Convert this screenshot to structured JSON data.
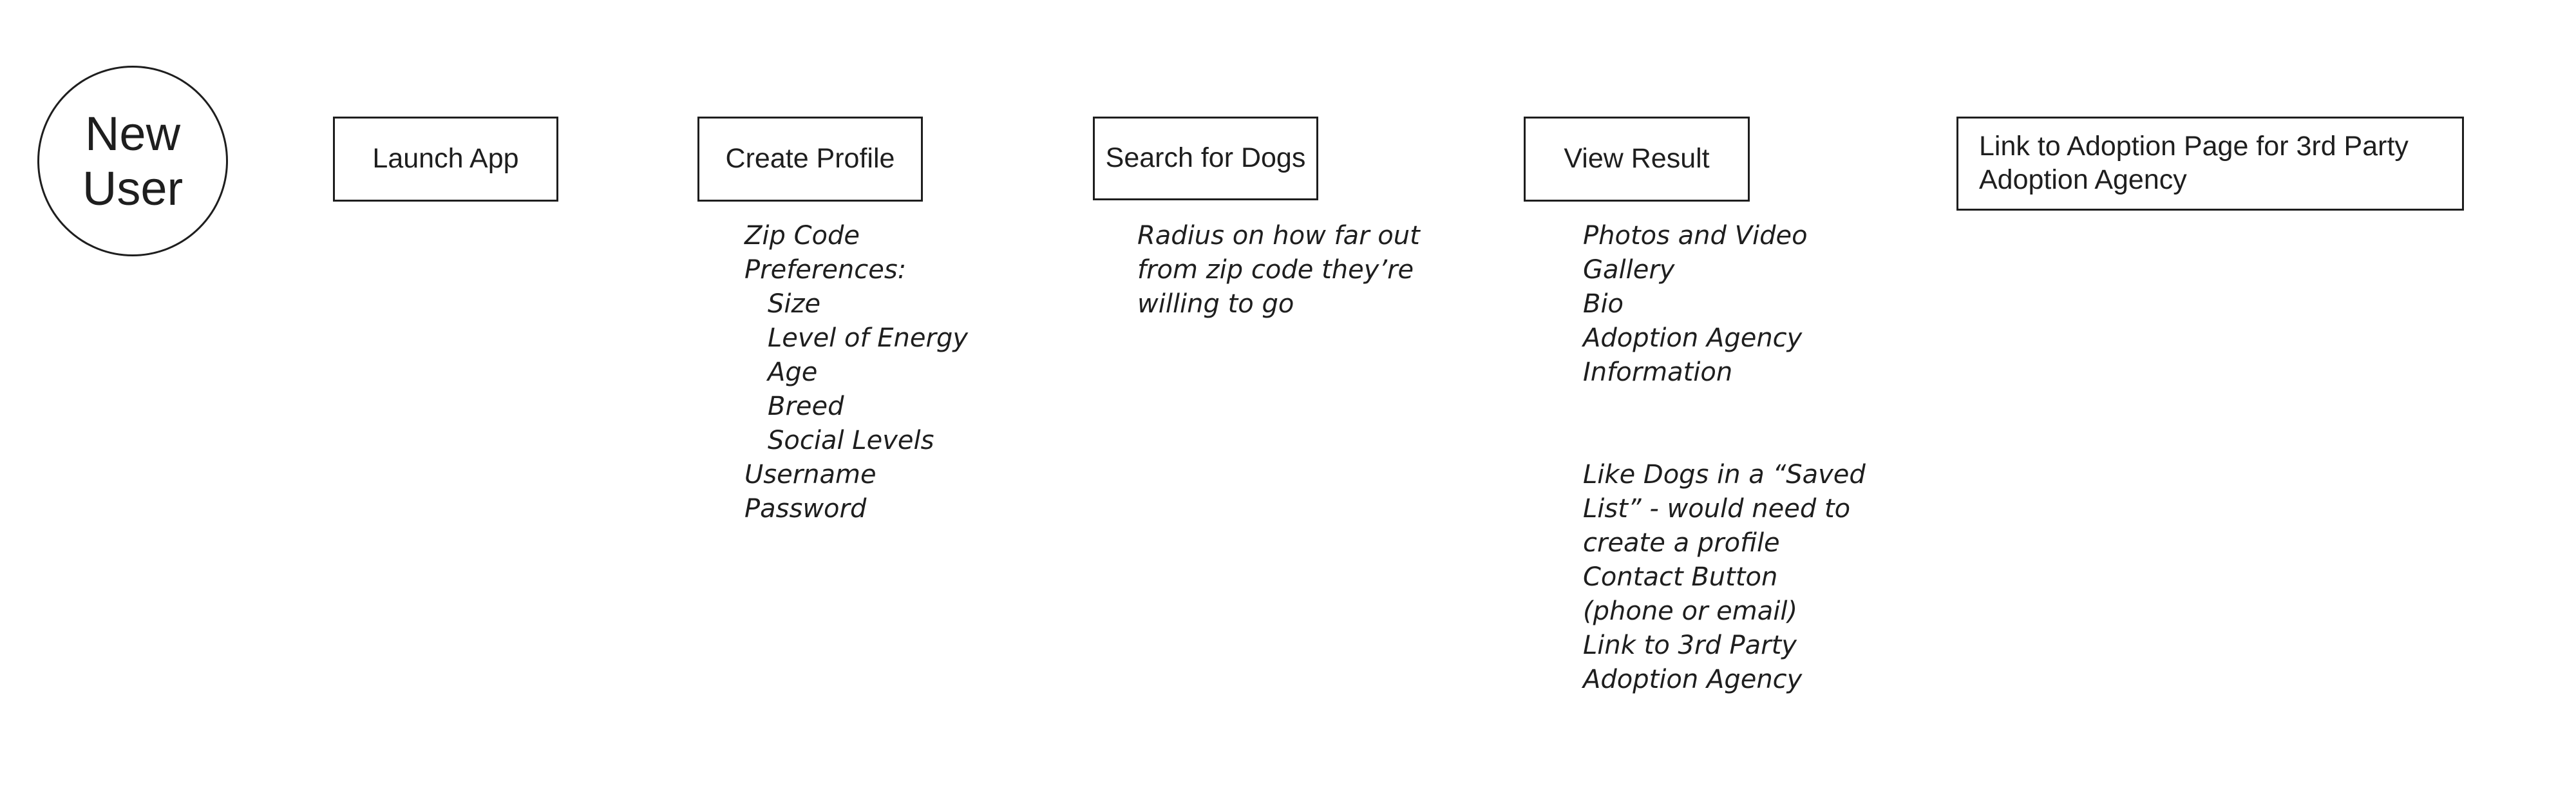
{
  "start_node": {
    "label": "New\nUser"
  },
  "steps": [
    {
      "label": "Launch App"
    },
    {
      "label": "Create Profile"
    },
    {
      "label": "Search for Dogs"
    },
    {
      "label": "View Result"
    },
    {
      "label": "Link to Adoption Page for 3rd Party Adoption Agency"
    }
  ],
  "notes": {
    "create_profile": [
      "Zip Code",
      "Preferences:",
      "Size",
      "Level of Energy",
      "Age",
      "Breed",
      "Social Levels",
      "Username",
      "Password"
    ],
    "search": [
      "Radius on how far out",
      "from zip code they’re",
      "willing to go"
    ],
    "view_result_details": [
      "Photos and Video",
      "Gallery",
      "Bio",
      "Adoption Agency",
      "Information"
    ],
    "view_result_actions": [
      "Like Dogs in a “Saved",
      "List” - would need to",
      "create a profile",
      "Contact Button",
      "(phone or email)",
      "Link to 3rd Party",
      "Adoption Agency"
    ]
  }
}
